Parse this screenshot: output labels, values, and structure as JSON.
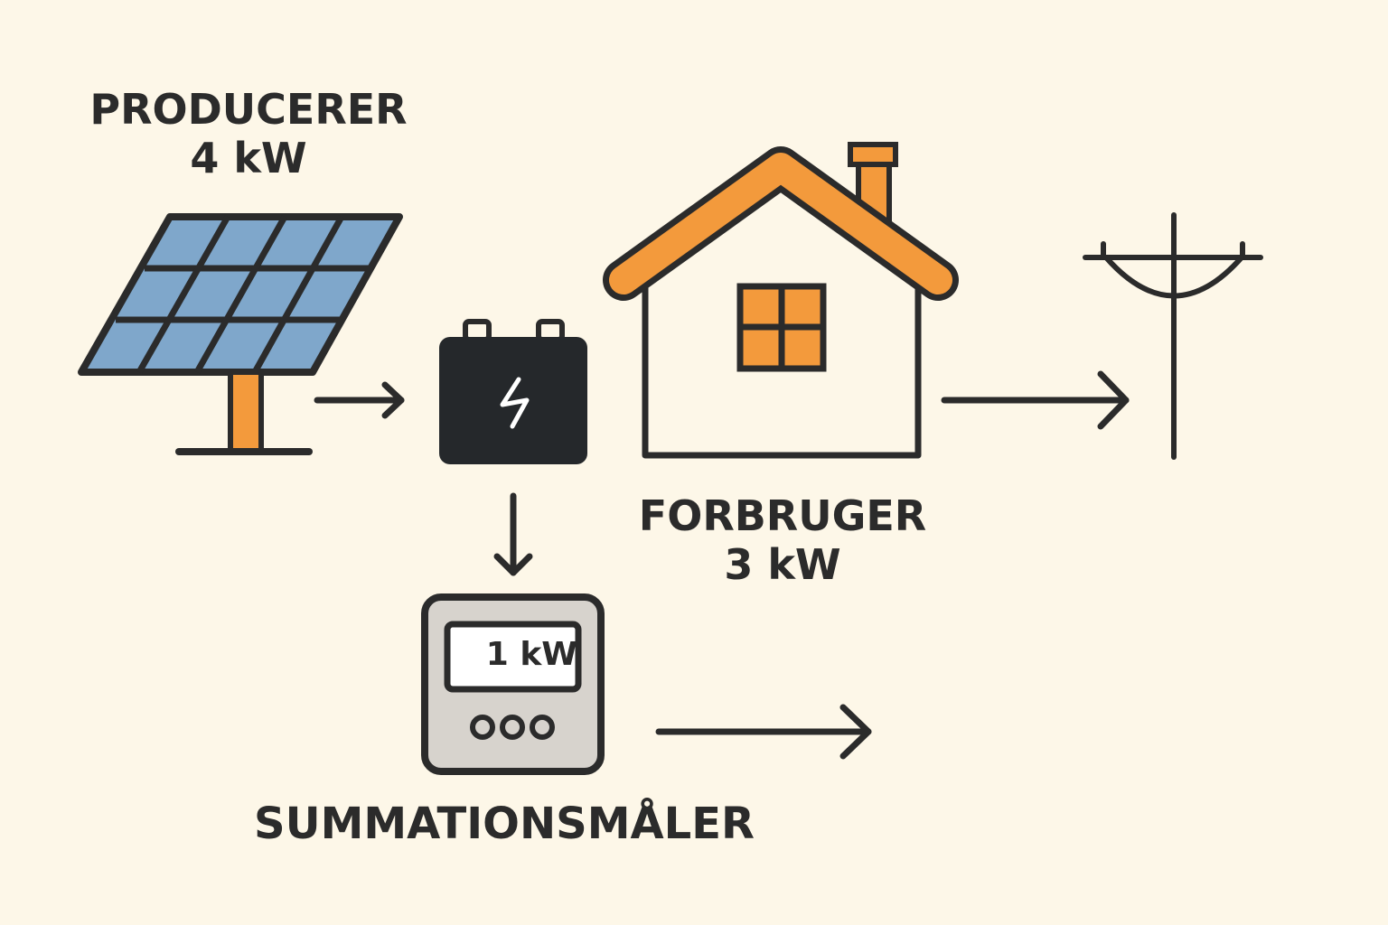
{
  "producer": {
    "title": "PRODUCERER",
    "value": "4 kW"
  },
  "consumer": {
    "title": "FORBRUGER",
    "value": "3 kW"
  },
  "meter": {
    "title": "SUMMATIONSMÅLER",
    "reading": "1 kW"
  },
  "colors": {
    "background": "#fdf7e8",
    "outline": "#2b2b2b",
    "panel_cell": "#7fa7cb",
    "accent_orange": "#f39a3c",
    "battery": "#25282b",
    "meter_body": "#d7d3cd"
  },
  "icons": [
    "solar-panel-icon",
    "battery-icon",
    "house-icon",
    "power-pole-icon",
    "meter-icon"
  ]
}
